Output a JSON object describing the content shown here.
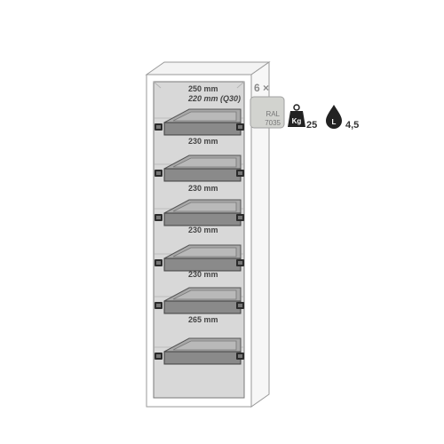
{
  "cabinet": {
    "shelf_labels": [
      "250 mm",
      "230 mm",
      "230 mm",
      "230 mm",
      "230 mm",
      "265 mm"
    ],
    "shelf_sublabel": "220 mm (Q30)",
    "colors": {
      "outline": "#9a9a9a",
      "interior": "#d8d8d8",
      "drawer_fill": "#8a8a8a",
      "drawer_top": "#a9a9a9",
      "rail": "#2b2b2b"
    }
  },
  "specs": {
    "quantity": "6 ×",
    "color_swatch": {
      "line1": "RAL",
      "line2": "7035",
      "hex": "#d2d3cf"
    },
    "weight": {
      "icon": "kg-weight-icon",
      "icon_text": "Kg",
      "value": "25"
    },
    "volume": {
      "icon": "liter-drop-icon",
      "icon_text": "L",
      "value": "4,5"
    }
  }
}
